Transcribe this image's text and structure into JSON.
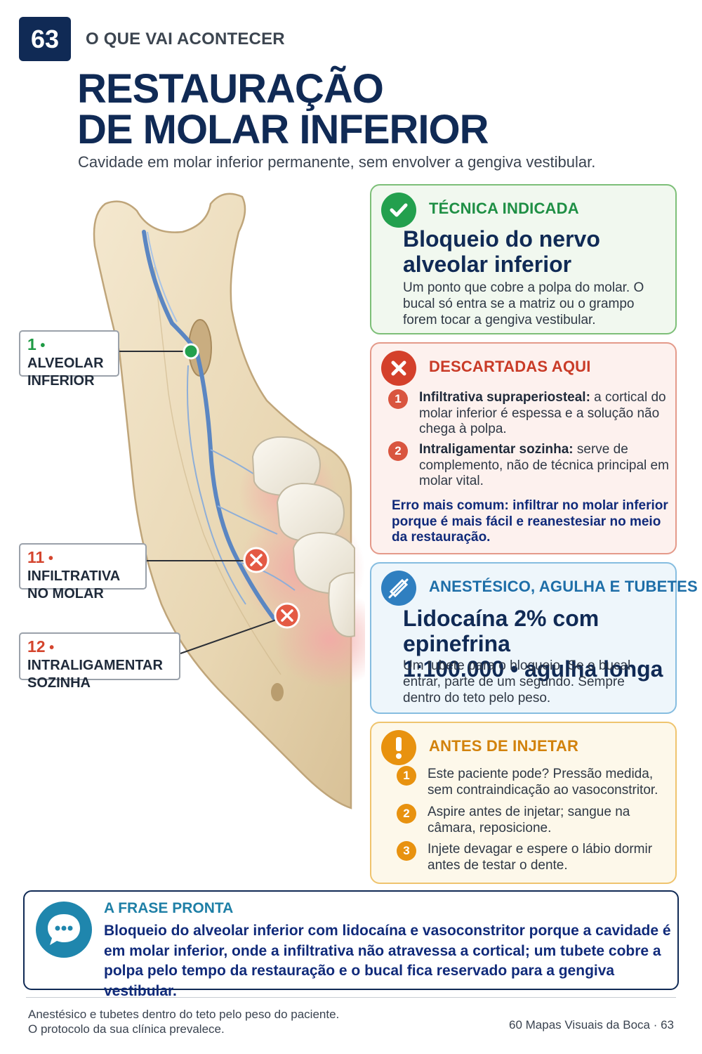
{
  "header": {
    "page_number": "63",
    "kicker": "O QUE VAI ACONTECER",
    "title_line1": "RESTAURAÇÃO",
    "title_line2": "DE MOLAR INFERIOR",
    "subtitle": "Cavidade em molar inferior permanente, sem envolver a gengiva vestibular."
  },
  "illustration": {
    "labels": [
      {
        "num": "1",
        "sep": " • ",
        "line1": "ALVEOLAR",
        "line2": "INFERIOR",
        "color": "#1e9a44"
      },
      {
        "num": "11",
        "sep": " • ",
        "line1": "INFILTRATIVA",
        "line2": "NO MOLAR",
        "color": "#d4452e"
      },
      {
        "num": "12",
        "sep": " • ",
        "line1": "INTRALIGAMENTAR",
        "line2": "SOZINHA",
        "color": "#d4452e"
      }
    ]
  },
  "cards": {
    "indicated": {
      "icon": "check-icon",
      "heading": "TÉCNICA INDICADA",
      "title_line1": "Bloqueio do nervo",
      "title_line2": "alveolar inferior",
      "body": "Um ponto que cobre a polpa do molar. O bucal só entra se a matriz ou o grampo forem tocar a gengiva vestibular."
    },
    "discarded": {
      "icon": "x-icon",
      "heading": "DESCARTADAS AQUI",
      "items": [
        {
          "num": "1",
          "bold": "Infiltrativa supraperiosteal:",
          "text": " a cortical do molar inferior é espessa e a solução não chega à polpa."
        },
        {
          "num": "2",
          "bold": "Intraligamentar sozinha:",
          "text": " serve de complemento, não de técnica principal em molar vital."
        }
      ],
      "warning": "Erro mais comum: infiltrar no molar inferior porque é mais fácil e reanestesiar no meio da restauração."
    },
    "anesthetic": {
      "icon": "syringe-icon",
      "heading": "ANESTÉSICO, AGULHA E TUBETES",
      "title_line1": "Lidocaína 2% com epinefrina",
      "title_line2": "1:100.000 • agulha longa",
      "body": "Um tubete para o bloqueio. Se o bucal entrar, parte de um segundo. Sempre dentro do teto pelo peso."
    },
    "before": {
      "icon": "exclamation-icon",
      "heading": "ANTES DE INJETAR",
      "items": [
        {
          "num": "1",
          "text": "Este paciente pode? Pressão medida, sem contraindicação ao vasoconstritor."
        },
        {
          "num": "2",
          "text": "Aspire antes de injetar; sangue na câmara, reposicione."
        },
        {
          "num": "3",
          "text": "Injete devagar e espere o lábio dormir antes de testar o dente."
        }
      ]
    }
  },
  "phrase": {
    "icon": "chat-bubble-icon",
    "heading": "A FRASE PRONTA",
    "text": "Bloqueio do alveolar inferior com lidocaína e vasoconstritor porque a cavidade é em molar inferior, onde a infiltrativa não atravessa a cortical; um tubete cobre a polpa pelo tempo da restauração e o bucal fica reservado para a gengiva vestibular."
  },
  "footer": {
    "note_line1": "Anestésico e tubetes dentro do teto pelo peso do paciente.",
    "note_line2": "O protocolo da sua clínica prevalece.",
    "book_ref": "60 Mapas Visuais da Boca · 63"
  },
  "colors": {
    "navy": "#102a55",
    "green": "#1e9a44",
    "red": "#d4452e",
    "blue": "#2f7fc0",
    "orange": "#e8920f",
    "teal": "#1f86ad"
  }
}
